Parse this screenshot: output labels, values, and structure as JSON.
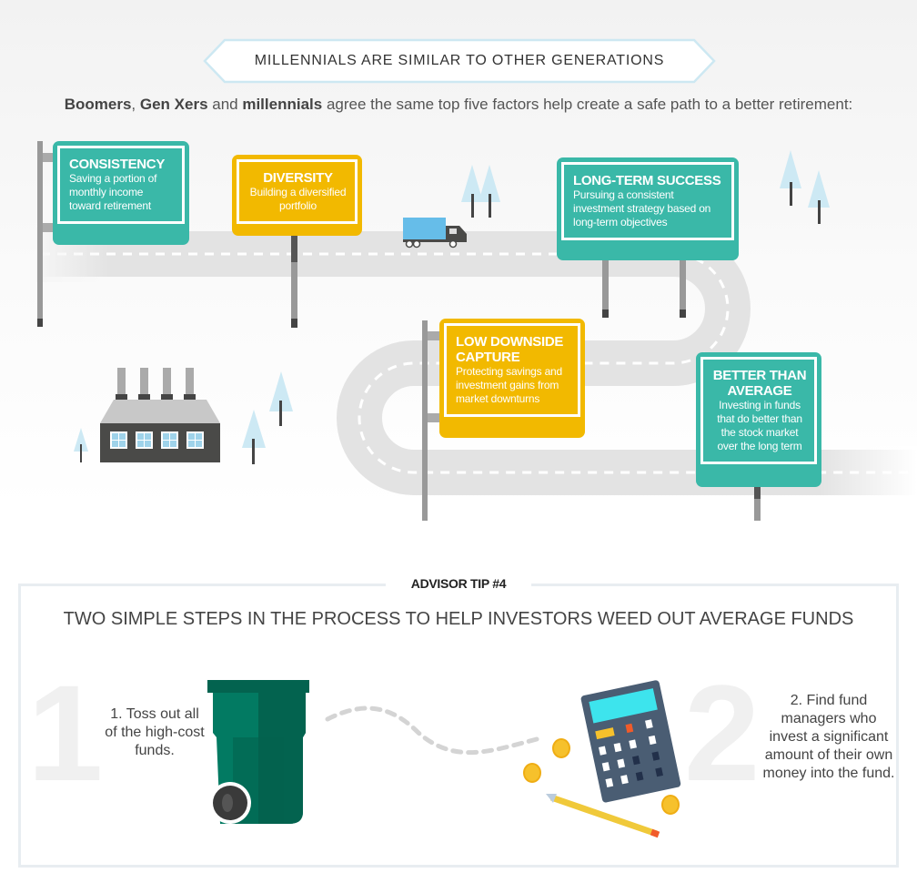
{
  "header": {
    "banner": "MILLENNIALS ARE SIMILAR TO OTHER GENERATIONS",
    "subtitle": {
      "boomers": "Boomers",
      "sep1": ", ",
      "genx": "Gen Xers",
      "sep2": " and ",
      "millennials": "millennials",
      "rest": " agree the same top five factors help create a safe path to a better retirement:"
    }
  },
  "signs": [
    {
      "title": "CONSISTENCY",
      "desc": "Saving a portion of monthly income toward retirement",
      "color": "#3ab8a8"
    },
    {
      "title": "DIVERSITY",
      "desc": "Building a diversified portfolio",
      "color": "#f2b900"
    },
    {
      "title": "LONG-TERM SUCCESS",
      "desc": "Pursuing a consistent investment strategy based on long-term objectives",
      "color": "#3ab8a8"
    },
    {
      "title": "LOW DOWNSIDE CAPTURE",
      "desc": "Protecting savings and investment gains from market downturns",
      "color": "#f2b900"
    },
    {
      "title": "BETTER THAN AVERAGE",
      "desc": "Investing in funds that do better than the stock market over the long term",
      "color": "#3ab8a8"
    }
  ],
  "tip": {
    "label": "ADVISOR TIP #4",
    "heading": "TWO SIMPLE STEPS IN THE PROCESS TO HELP INVESTORS WEED OUT AVERAGE FUNDS",
    "step1": {
      "num": "1",
      "text": "1. Toss out all of the high-cost funds."
    },
    "step2": {
      "num": "2",
      "text": "2. Find fund managers who invest a significant amount of their own money into the fund."
    }
  }
}
